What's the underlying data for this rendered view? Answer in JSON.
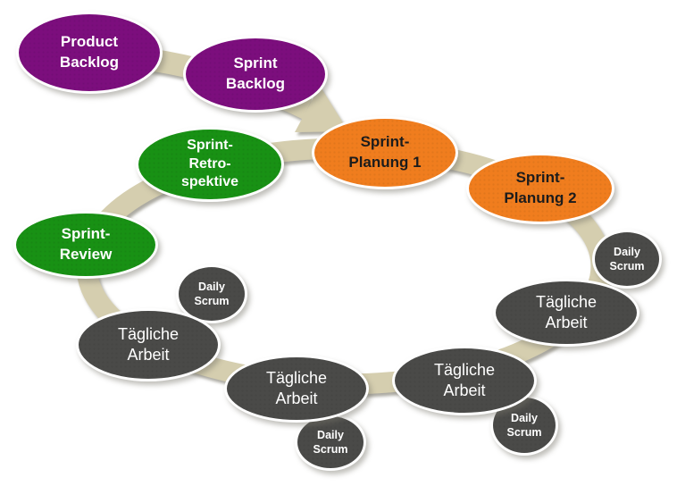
{
  "colors": {
    "purple": "#7C0E7D",
    "orange": "#F07D1E",
    "green": "#189114",
    "dark_gray": "#4A4A48",
    "arrow_tan": "#D5CEAF",
    "text_light": "#FFFFFF",
    "text_dark": "#1C1C1C",
    "background": "#FFFFFF"
  },
  "nodes": [
    {
      "id": "product-backlog",
      "label": "Product\nBacklog",
      "color": "purple"
    },
    {
      "id": "sprint-backlog",
      "label": "Sprint\nBacklog",
      "color": "purple"
    },
    {
      "id": "sprint-planung-1",
      "label": "Sprint-\nPlanung 1",
      "color": "orange"
    },
    {
      "id": "sprint-planung-2",
      "label": "Sprint-\nPlanung 2",
      "color": "orange"
    },
    {
      "id": "sprint-retrospektive",
      "label": "Sprint-\nRetro-\nspektive",
      "color": "green"
    },
    {
      "id": "sprint-review",
      "label": "Sprint-\nReview",
      "color": "green"
    },
    {
      "id": "taegliche-arbeit-links",
      "label": "Tägliche\nArbeit",
      "color": "dark_gray"
    },
    {
      "id": "taegliche-arbeit-unten-links",
      "label": "Tägliche\nArbeit",
      "color": "dark_gray"
    },
    {
      "id": "taegliche-arbeit-unten-rechts",
      "label": "Tägliche\nArbeit",
      "color": "dark_gray"
    },
    {
      "id": "taegliche-arbeit-rechts",
      "label": "Tägliche\nArbeit",
      "color": "dark_gray"
    },
    {
      "id": "daily-scrum-1",
      "label": "Daily\nScrum",
      "color": "dark_gray"
    },
    {
      "id": "daily-scrum-2",
      "label": "Daily\nScrum",
      "color": "dark_gray"
    },
    {
      "id": "daily-scrum-3",
      "label": "Daily\nScrum",
      "color": "dark_gray"
    },
    {
      "id": "daily-scrum-4",
      "label": "Daily\nScrum",
      "color": "dark_gray"
    }
  ],
  "flow": {
    "feed_sequence": [
      "Product Backlog",
      "Sprint Backlog",
      "Sprint-Planung 1"
    ],
    "cycle_sequence": [
      "Sprint-Planung 1",
      "Sprint-Planung 2",
      "Tägliche Arbeit / Daily Scrum",
      "Sprint-Review",
      "Sprint-Retrospektive"
    ]
  }
}
